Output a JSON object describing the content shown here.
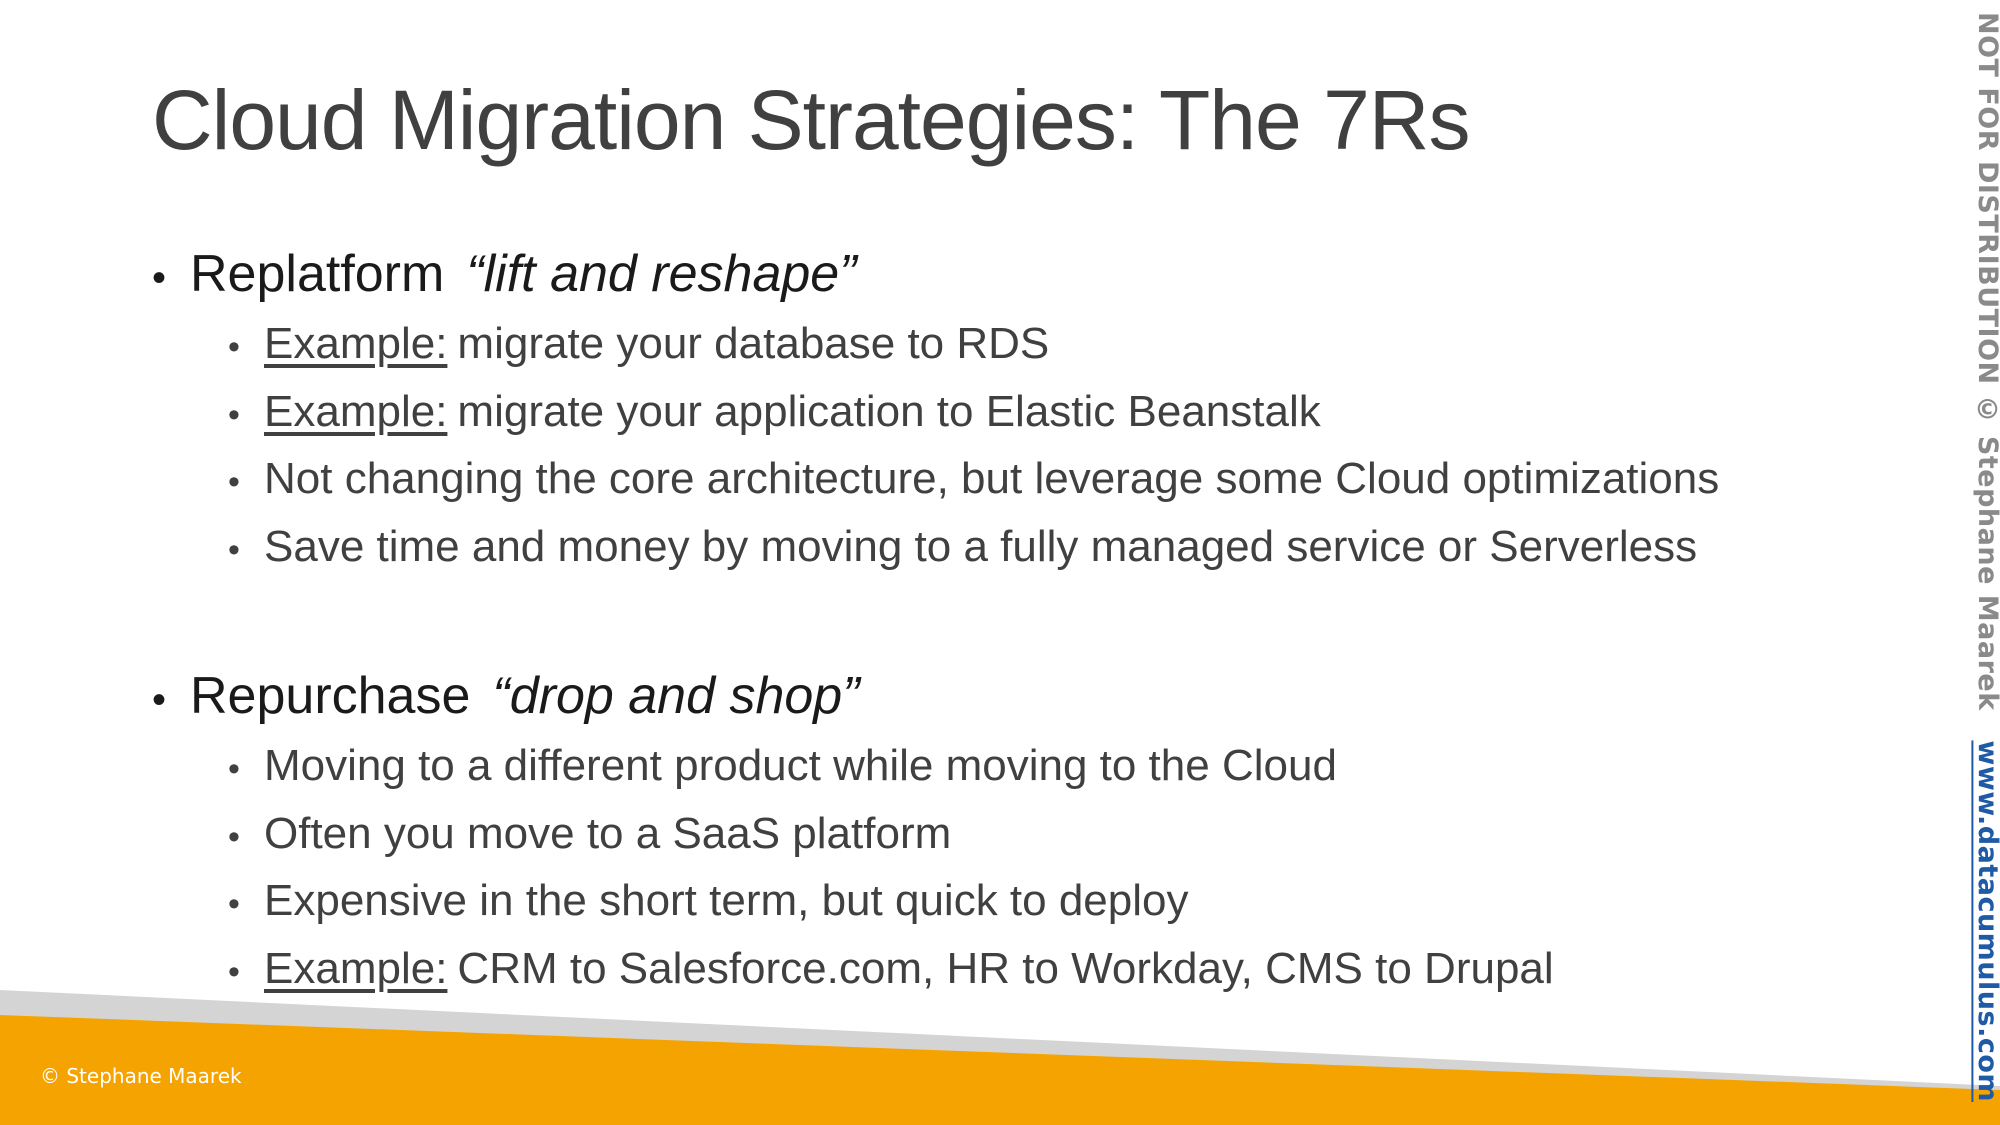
{
  "slide": {
    "title": "Cloud Migration Strategies: The 7Rs",
    "sections": [
      {
        "bullet": "•",
        "term": "Replatform",
        "quote": "“lift and reshape”",
        "items": [
          {
            "label": "Example:",
            "text": "migrate your database to RDS"
          },
          {
            "label": "Example:",
            "text": "migrate your application to Elastic Beanstalk"
          },
          {
            "text": "Not changing the core architecture, but leverage some Cloud optimizations"
          },
          {
            "text": "Save time and money by moving to a fully managed service or Serverless"
          }
        ]
      },
      {
        "bullet": "•",
        "term": "Repurchase",
        "quote": "“drop and shop”",
        "items": [
          {
            "text": "Moving to a different product while moving to the Cloud"
          },
          {
            "text": "Often you move to a SaaS platform"
          },
          {
            "text": "Expensive in the short term, but quick to deploy"
          },
          {
            "label": "Example:",
            "text": "CRM to Salesforce.com, HR to Workday, CMS to Drupal"
          }
        ]
      }
    ]
  },
  "watermark": {
    "notice": "NOT FOR DISTRIBUTION © Stephane Maarek",
    "site": "www.datacumulus.com"
  },
  "footer": {
    "copyright": "© Stephane Maarek"
  },
  "colors": {
    "accent_orange": "#f5a300",
    "footer_grey": "#d4d4d4",
    "link_blue": "#1f5aa6"
  }
}
